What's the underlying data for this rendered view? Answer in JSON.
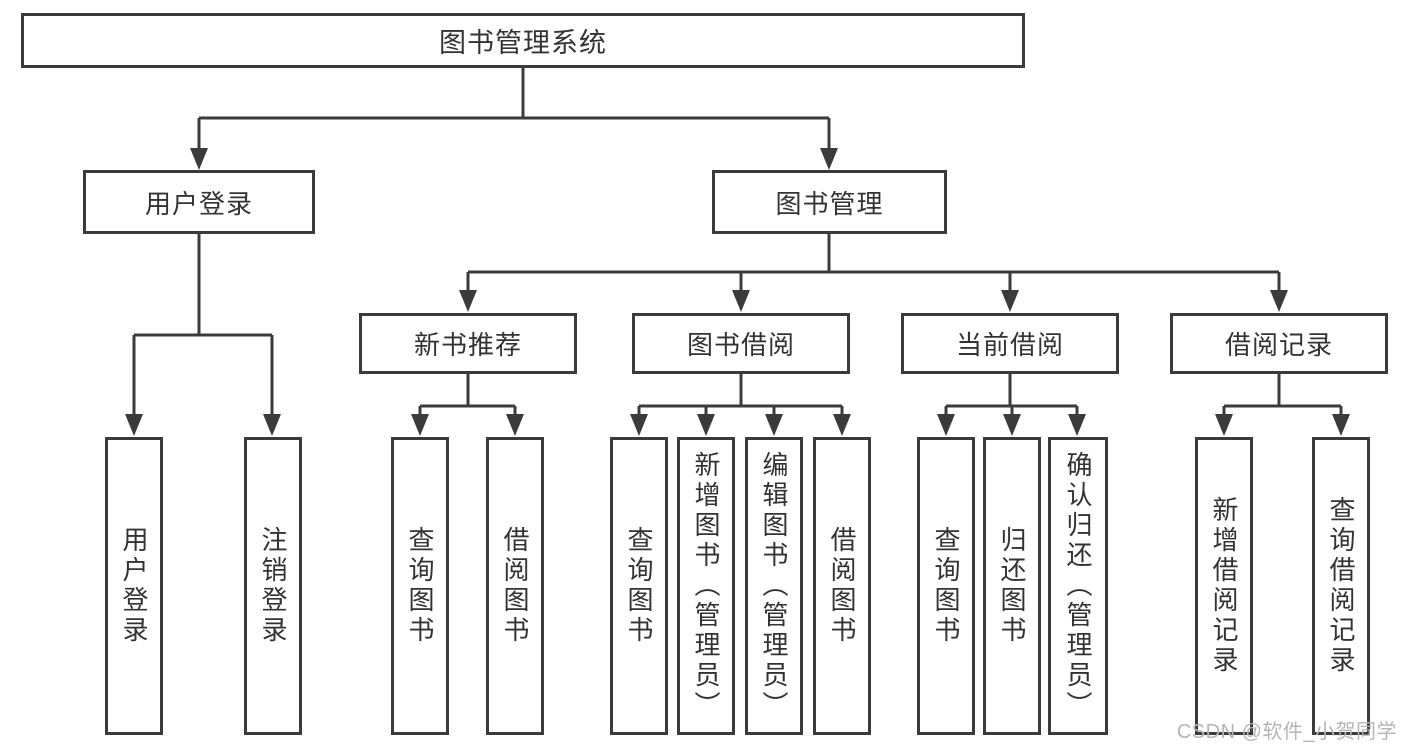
{
  "diagram_title": "图书管理系统",
  "tree": {
    "label": "图书管理系统",
    "children": [
      {
        "label": "用户登录",
        "children": [
          {
            "label": "用户登录"
          },
          {
            "label": "注销登录"
          }
        ]
      },
      {
        "label": "图书管理",
        "children": [
          {
            "label": "新书推荐",
            "children": [
              {
                "label": "查询图书"
              },
              {
                "label": "借阅图书"
              }
            ]
          },
          {
            "label": "图书借阅",
            "children": [
              {
                "label": "查询图书"
              },
              {
                "label": "新增图书（管理员）"
              },
              {
                "label": "编辑图书（管理员）"
              },
              {
                "label": "借阅图书"
              }
            ]
          },
          {
            "label": "当前借阅",
            "children": [
              {
                "label": "查询图书"
              },
              {
                "label": "归还图书"
              },
              {
                "label": "确认归还（管理员）"
              }
            ]
          },
          {
            "label": "借阅记录",
            "children": [
              {
                "label": "新增借阅记录"
              },
              {
                "label": "查询借阅记录"
              }
            ]
          }
        ]
      }
    ]
  },
  "watermark": {
    "text": "CSDN @软件_小贺同学"
  },
  "colors": {
    "line": "#3b3b3b",
    "text": "#333333",
    "watermark": "#b5b5b5",
    "background": "#ffffff"
  }
}
